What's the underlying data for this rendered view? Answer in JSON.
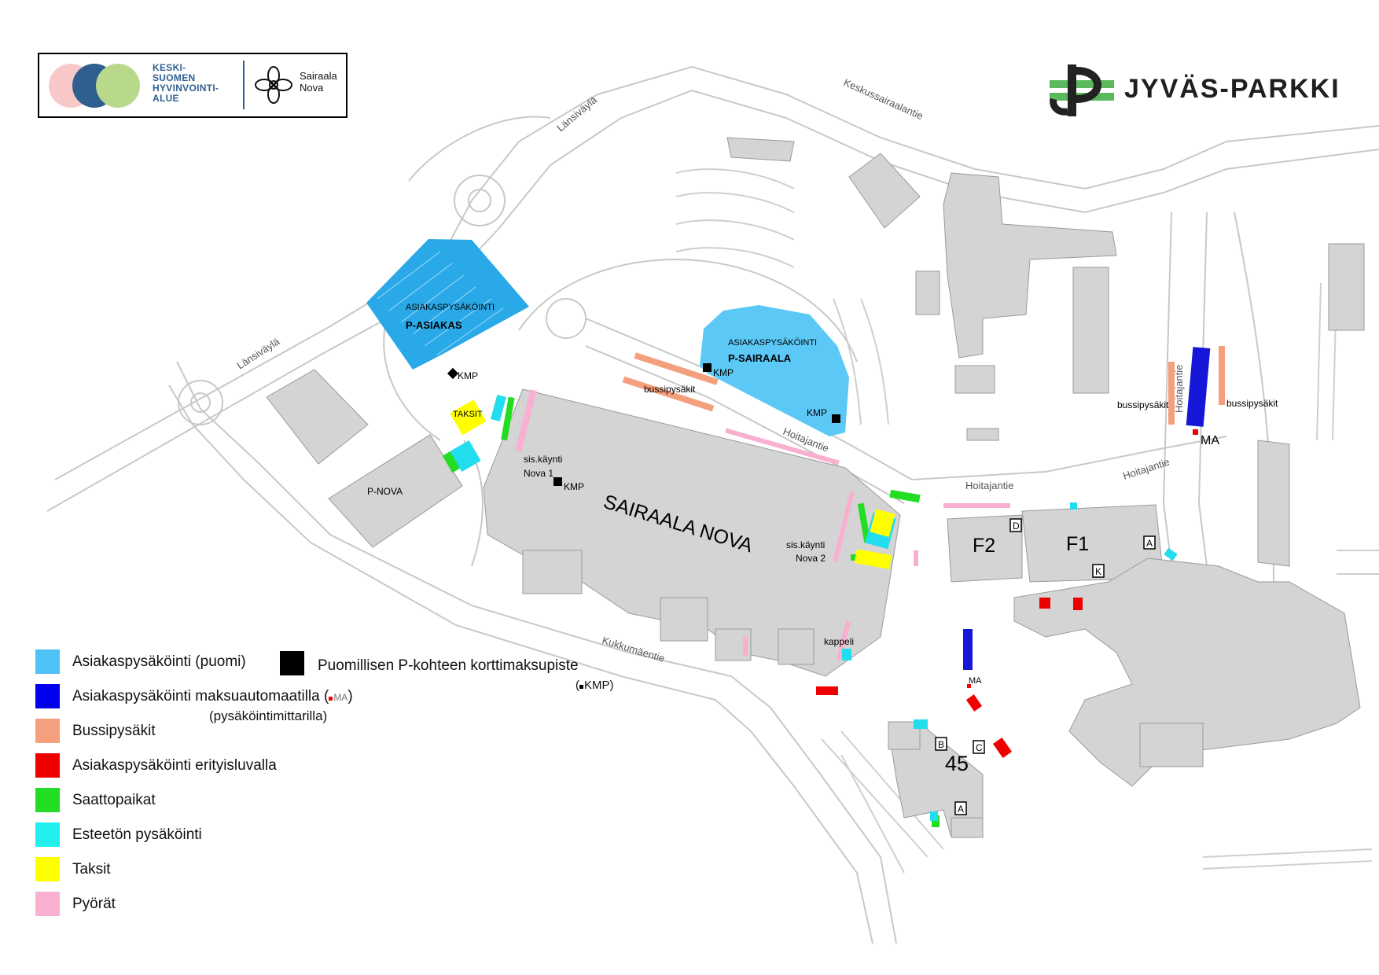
{
  "brand": {
    "ksh_name": "KESKI-\nSUOMEN\nHYVINVOINTI-\nALUE",
    "hospital_logo_text": "Sairaala\nNova",
    "parking_company": "JYVÄS-PARKKI"
  },
  "roads": {
    "lansivayla_top": "Länsiväylä",
    "lansivayla_left": "Länsiväylä",
    "keskussairaalantie": "Keskussairaalantie",
    "hoitajantie_center": "Hoitajantie",
    "hoitajantie_right": "Hoitajantie",
    "hoitajantie_east": "Hoitajantie",
    "hoitajantie_vertical": "Hoitajantie",
    "kukkumaentie": "Kukkumäentie"
  },
  "labels": {
    "p_asiakas_title": "ASIAKASPYSÄKÖINTI",
    "p_asiakas_name": "P-ASIAKAS",
    "p_sairaala_title": "ASIAKASPYSÄKÖINTI",
    "p_sairaala_name": "P-SAIRAALA",
    "p_nova": "P-NOVA",
    "taksit": "TAKSIT",
    "kmp": "KMP",
    "bussipysakit": "bussipysäkit",
    "entrance_line1": "sis.käynti",
    "nova1_line2": "Nova 1",
    "nova2_line2": "Nova 2",
    "hospital_name": "SAIRAALA NOVA",
    "kappeli": "kappeli",
    "ma": "MA",
    "building_f2": "F2",
    "building_f1": "F1",
    "building_45": "45",
    "door_a": "A",
    "door_b": "B",
    "door_c": "C",
    "door_d": "D",
    "door_k": "K"
  },
  "legend": {
    "items": [
      {
        "label": "Asiakaspysäköinti (puomi)",
        "color": "#4FC3F7"
      },
      {
        "label": "Asiakaspysäköinti maksuautomaatilla (",
        "color": "#0000EE"
      },
      {
        "label": "Bussipysäkit",
        "color": "#F4A07E"
      },
      {
        "label": "Asiakaspysäköinti erityisluvalla",
        "color": "#EE0000"
      },
      {
        "label": "Saattopaikat",
        "color": "#22DD22"
      },
      {
        "label": "Esteetön pysäköinti",
        "color": "#22EEEE"
      },
      {
        "label": "Taksit",
        "color": "#FFFF00"
      },
      {
        "label": "Pyörät",
        "color": "#F9AFCF"
      }
    ],
    "ma_mark": "MA",
    "ma_close": ")",
    "pay_meter_note": "(pysäköintimittarilla)",
    "kmp_label": "Puomillisen P-kohteen korttimaksupiste",
    "kmp_code_open": "(",
    "kmp_code": "KMP",
    "kmp_code_close": ")"
  },
  "colors": {
    "building": "#d4d4d4",
    "road_line": "#c8c8c8",
    "barrier_parking": "#4FC3F7",
    "pay_parking": "#0000EE",
    "bus": "#F4A07E",
    "permit": "#EE0000",
    "dropoff": "#22DD22",
    "accessible": "#22EEEE",
    "taxi": "#FFFF00",
    "bikes": "#F9AFCF",
    "logo_pink": "#F8C8C8",
    "logo_blue": "#2F5F8F",
    "logo_green": "#B8D98A",
    "jp_green": "#5CB85C"
  }
}
